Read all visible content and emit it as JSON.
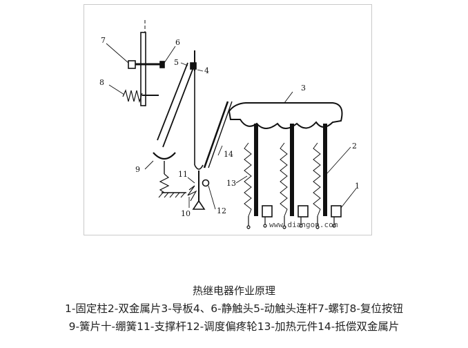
{
  "diagram": {
    "labels": {
      "n1": "1",
      "n2": "2",
      "n3": "3",
      "n4": "4",
      "n5": "5",
      "n6": "6",
      "n7": "7",
      "n8": "8",
      "n9": "9",
      "n10": "10",
      "n11": "11",
      "n12": "12",
      "n13": "13",
      "n14": "14"
    },
    "watermark": "www.diangon.com"
  },
  "caption": {
    "title": "热继电器作业原理",
    "line1": "1-固定柱2-双金属片3-导板4、6-静触头5-动触头连杆7-螺钉8-复位按钮",
    "line2": "9-簧片十-绷簧11-支撑杆12-调度偏疼轮13-加热元件14-抵偿双金属片"
  }
}
